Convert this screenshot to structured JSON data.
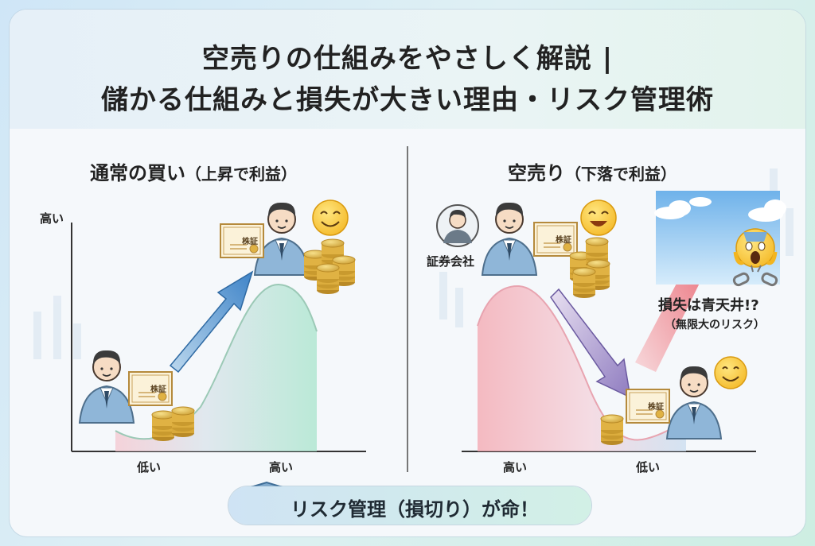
{
  "header": {
    "title_line1": "空売りの仕組みをやさしく解説 |",
    "title_line2": "儲かる仕組みと損失が大きい理由・リスク管理術"
  },
  "left": {
    "heading": "通常の買い",
    "heading_sub": "（上昇で利益）",
    "y_axis_label": "高い",
    "x_low_label": "低い",
    "x_high_label": "高い",
    "certificate_label": "株証",
    "accent_color": "#3fc4a0"
  },
  "right": {
    "heading": "空売り",
    "heading_sub": "（下落で利益）",
    "broker_label": "証券会社",
    "x_high_label": "高い",
    "x_low_label": "低い",
    "certificate_label": "株証",
    "loss_note": "損失は青天井!?",
    "loss_sub": "（無限大のリスク）",
    "accent_color": "#f07a86"
  },
  "footer": {
    "message": "リスク管理（損切り）が命！",
    "icons": [
      "shield-icon",
      "stopwatch-icon"
    ]
  }
}
